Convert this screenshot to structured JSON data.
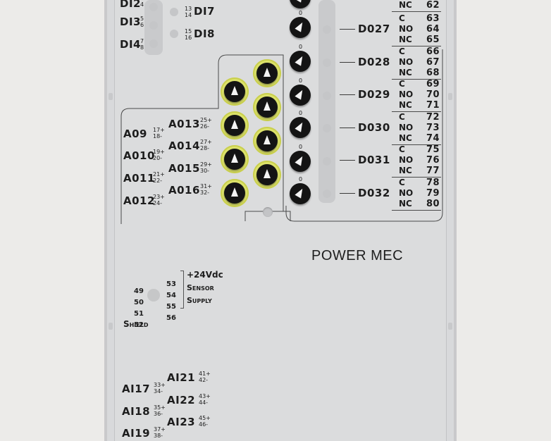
{
  "brand": "POWER MEC",
  "digital_inputs": [
    {
      "label": "DI2",
      "pins": "4"
    },
    {
      "label": "DI3",
      "pins": "5\n6"
    },
    {
      "label": "DI4",
      "pins": "7\n8"
    }
  ],
  "digital_inputs_right": [
    {
      "label": "DI7",
      "pins": "13\n14"
    },
    {
      "label": "DI8",
      "pins": "15\n16"
    }
  ],
  "analog_outputs_left": [
    {
      "label": "A09",
      "pins": "17+\n18-"
    },
    {
      "label": "A010",
      "pins": "19+\n20-"
    },
    {
      "label": "A011",
      "pins": "21+\n22-"
    },
    {
      "label": "A012",
      "pins": "23+\n24-"
    }
  ],
  "analog_outputs_right": [
    {
      "label": "A013",
      "pins": "25+\n26-"
    },
    {
      "label": "A014",
      "pins": "27+\n28-"
    },
    {
      "label": "A015",
      "pins": "29+\n30-"
    },
    {
      "label": "A016",
      "pins": "31+\n32-"
    }
  ],
  "digital_outputs": [
    {
      "label": "D027",
      "c": "63",
      "no": "64",
      "nc": "65"
    },
    {
      "label": "D028",
      "c": "66",
      "no": "67",
      "nc": "68"
    },
    {
      "label": "D029",
      "c": "69",
      "no": "70",
      "nc": "71"
    },
    {
      "label": "D030",
      "c": "72",
      "no": "73",
      "nc": "74"
    },
    {
      "label": "D031",
      "c": "75",
      "no": "76",
      "nc": "77"
    },
    {
      "label": "D032",
      "c": "78",
      "no": "79",
      "nc": "80"
    }
  ],
  "top_nc": {
    "label": "NC",
    "num": "62"
  },
  "relay_labels": {
    "c": "C",
    "no": "NO",
    "nc": "NC"
  },
  "supply": {
    "shield_pins": [
      "49",
      "50",
      "51",
      "52"
    ],
    "shield_label": "Shield",
    "supply_pins": [
      "53",
      "54",
      "55",
      "56"
    ],
    "voltage": "+24Vdc",
    "sensor": "Sensor",
    "supply": "Supply"
  },
  "analog_inputs_left": [
    {
      "label": "AI17",
      "pins": "33+\n34-"
    },
    {
      "label": "AI18",
      "pins": "35+\n36-"
    },
    {
      "label": "AI19",
      "pins": "37+\n38-"
    }
  ],
  "analog_inputs_right": [
    {
      "label": "AI21",
      "pins": "41+\n42-"
    },
    {
      "label": "AI22",
      "pins": "43+\n44-"
    },
    {
      "label": "AI23",
      "pins": "45+\n46-"
    }
  ],
  "knob_tick": "0"
}
